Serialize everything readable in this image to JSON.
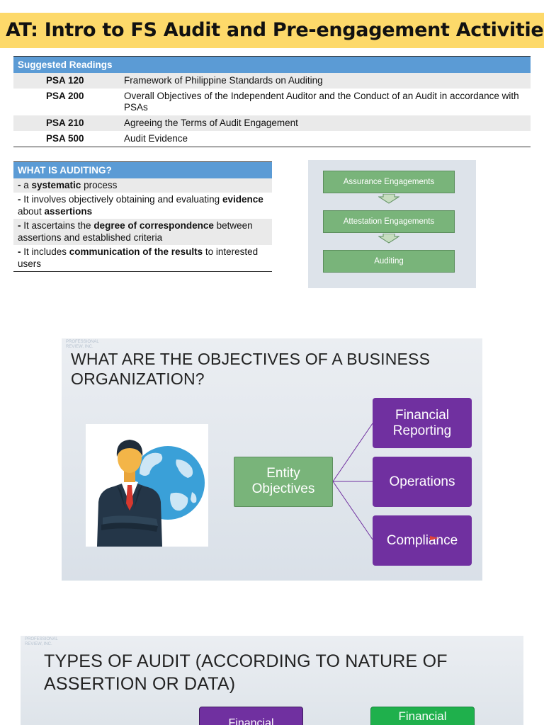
{
  "page_title": "AT: Intro to FS Audit and Pre-engagement Activities",
  "readings": {
    "header": "Suggested Readings",
    "rows": [
      {
        "code": "PSA 120",
        "text": "Framework of Philippine Standards on Auditing"
      },
      {
        "code": "PSA 200",
        "text": "Overall Objectives of the Independent Auditor and the Conduct of an Audit in accordance with PSAs"
      },
      {
        "code": "PSA 210",
        "text": "Agreeing the Terms of Audit Engagement"
      },
      {
        "code": "PSA 500",
        "text": "Audit Evidence"
      }
    ]
  },
  "auditing": {
    "header": "WHAT IS AUDITING?",
    "rows": [
      [
        {
          "t": "- ",
          "b": true
        },
        {
          "t": "a ",
          "b": false
        },
        {
          "t": "systematic",
          "b": true
        },
        {
          "t": " process",
          "b": false
        }
      ],
      [
        {
          "t": "- ",
          "b": true
        },
        {
          "t": "It involves objectively obtaining and evaluating ",
          "b": false
        },
        {
          "t": "evidence",
          "b": true
        },
        {
          "t": " about ",
          "b": false
        },
        {
          "t": "assertions",
          "b": true
        }
      ],
      [
        {
          "t": "- ",
          "b": true
        },
        {
          "t": "It ascertains the ",
          "b": false
        },
        {
          "t": "degree of correspondence",
          "b": true
        },
        {
          "t": " between assertions and established criteria",
          "b": false
        }
      ],
      [
        {
          "t": "- ",
          "b": true
        },
        {
          "t": "It includes ",
          "b": false
        },
        {
          "t": "communication of the results",
          "b": true
        },
        {
          "t": " to interested users",
          "b": false
        }
      ]
    ]
  },
  "flow": {
    "boxes": [
      "Assurance Engagements",
      "Attestation Engagements",
      "Auditing"
    ]
  },
  "slide1": {
    "watermark": [
      "PROFESSIONAL",
      "REVIEW, INC."
    ],
    "title_lines": [
      "WHAT ARE THE OBJECTIVES OF A BUSINESS",
      "ORGANIZATION?"
    ],
    "entity_lines": [
      "Entity",
      "Objectives"
    ],
    "objectives": [
      {
        "lines": [
          "Financial",
          "Reporting"
        ]
      },
      {
        "lines": [
          "Operations"
        ]
      },
      {
        "lines": [
          "Compliance"
        ]
      }
    ]
  },
  "slide2": {
    "watermark": [
      "PROFESSIONAL",
      "REVIEW, INC."
    ],
    "title_lines": [
      "TYPES OF AUDIT (ACCORDING TO NATURE OF",
      "ASSERTION OR DATA)"
    ],
    "box_left": "Financial",
    "box_right": "Financial"
  },
  "colors": {
    "banner": "#fdd96a",
    "table_header": "#5b9bd5",
    "green_box": "#79b47a",
    "purple_box": "#7030a0",
    "bright_green_box": "#1fb04c"
  }
}
